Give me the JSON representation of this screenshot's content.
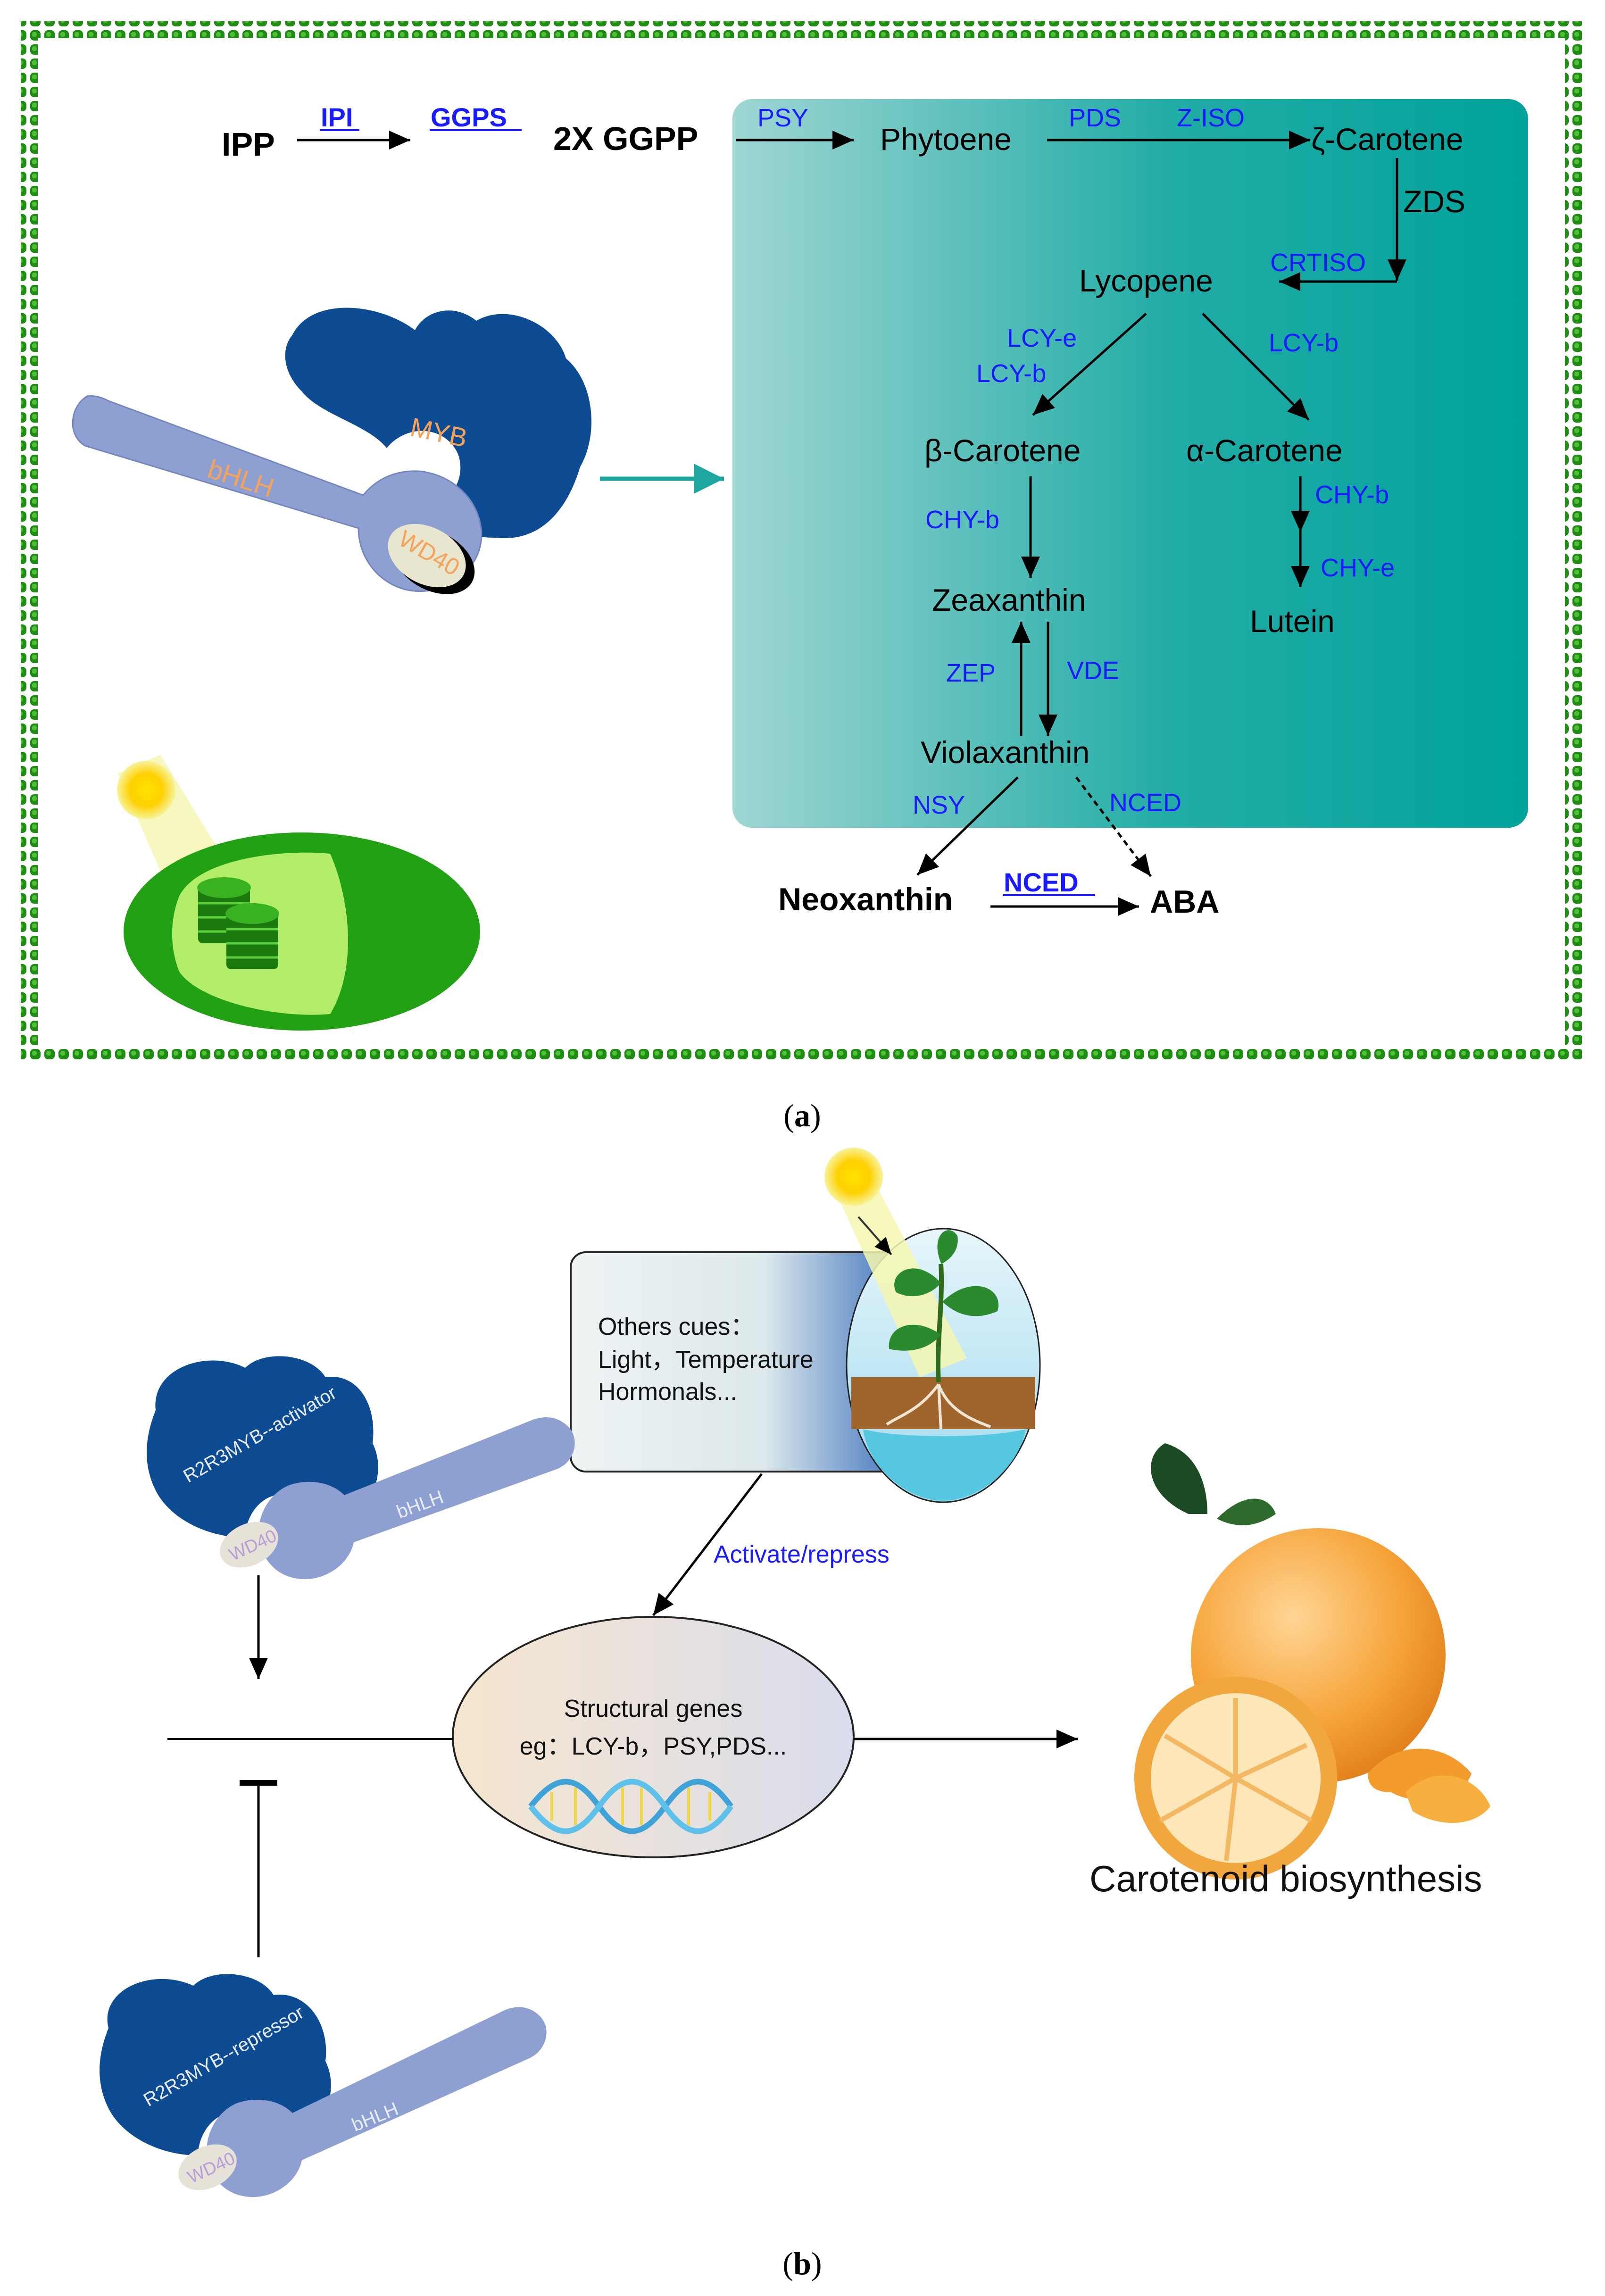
{
  "panel_a": {
    "caption": "(a)",
    "caption_parts": {
      "open": "(",
      "letter": "a",
      "close": ")"
    },
    "pathway": {
      "ipp": "IPP",
      "ipi": "IPI",
      "ggps": "GGPS",
      "ggpp": "2X GGPP",
      "psy": "PSY",
      "phytoene": "Phytoene",
      "pds": "PDS",
      "ziso": "Z-ISO",
      "zeta_carotene": "ζ-Carotene",
      "zds": "ZDS",
      "crtiso": "CRTISO",
      "lycopene": "Lycopene",
      "lcye": "LCY-e",
      "lcyb_left": "LCY-b",
      "lcyb_right": "LCY-b",
      "beta_carotene": "β-Carotene",
      "alpha_carotene": "α-Carotene",
      "chyb_left": "CHY-b",
      "chyb_right": "CHY-b",
      "chye": "CHY-e",
      "zeaxanthin": "Zeaxanthin",
      "lutein": "Lutein",
      "zep": "ZEP",
      "vde": "VDE",
      "violaxanthin": "Violaxanthin",
      "nsy": "NSY",
      "nced_dashed": "NCED",
      "neoxanthin": "Neoxanthin",
      "nced": "NCED",
      "aba": "ABA"
    },
    "complex": {
      "myb": "MYB",
      "bhlh": "bHLH",
      "wd40": "WD40"
    }
  },
  "panel_b": {
    "caption": "(b)",
    "caption_parts": {
      "open": "(",
      "letter": "b",
      "close": ")"
    },
    "cues": {
      "line1": "Others cues：",
      "line2": "Light，Temperature",
      "line3": "Hormonals..."
    },
    "activate_label": "Activate/repress",
    "structural_genes": {
      "line1": "Structural genes",
      "line2": "eg：LCY-b，PSY,PDS..."
    },
    "activator_complex": {
      "myb": "R2R3MYB--activator",
      "bhlh": "bHLH",
      "wd40": "WD40"
    },
    "repressor_complex": {
      "myb": "R2R3MYB--repressor",
      "bhlh": "bHLH",
      "wd40": "WD40"
    },
    "output_label": "Carotenoid biosynthesis"
  },
  "colors": {
    "enzyme_blue": "#1a1aff",
    "border_green": "#1d8a12",
    "teal_panel": "#0aa59e",
    "protein_dark_blue": "#0d4c93",
    "protein_light": "#8e9fd2"
  }
}
